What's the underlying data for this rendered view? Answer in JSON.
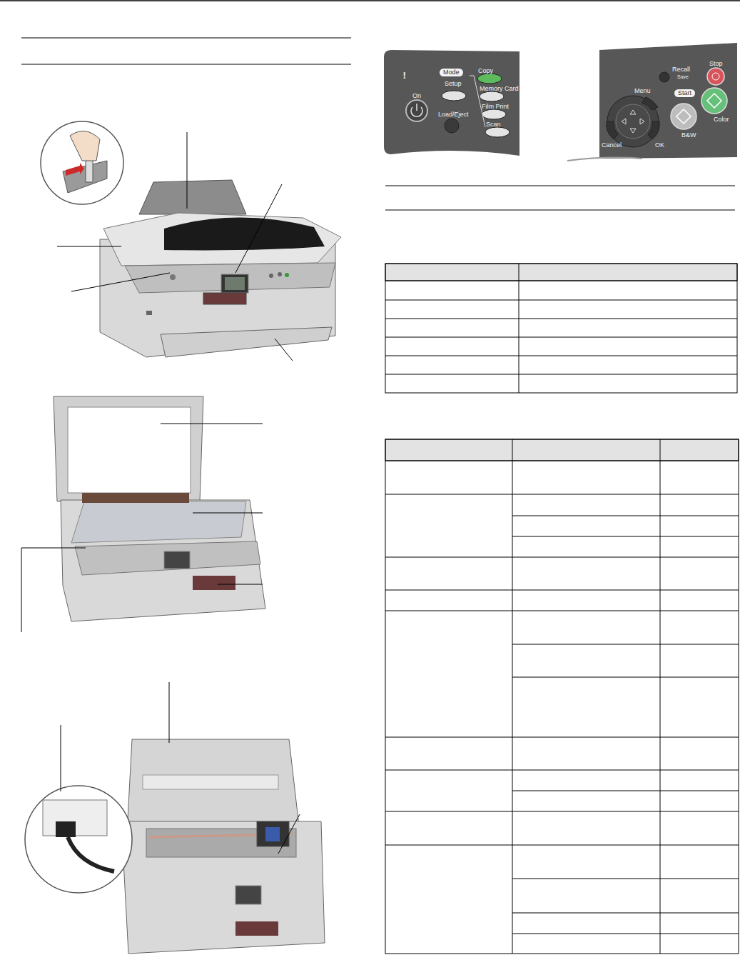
{
  "diagram": {
    "labels": [
      "Mode",
      "Copy",
      "Setup",
      "Memory Card",
      "Film Print",
      "Scan",
      "On",
      "Load/Eject",
      "Recall",
      "Save",
      "Menu",
      "Stop",
      "Start",
      "Color",
      "B&W",
      "Cancel",
      "OK"
    ]
  }
}
